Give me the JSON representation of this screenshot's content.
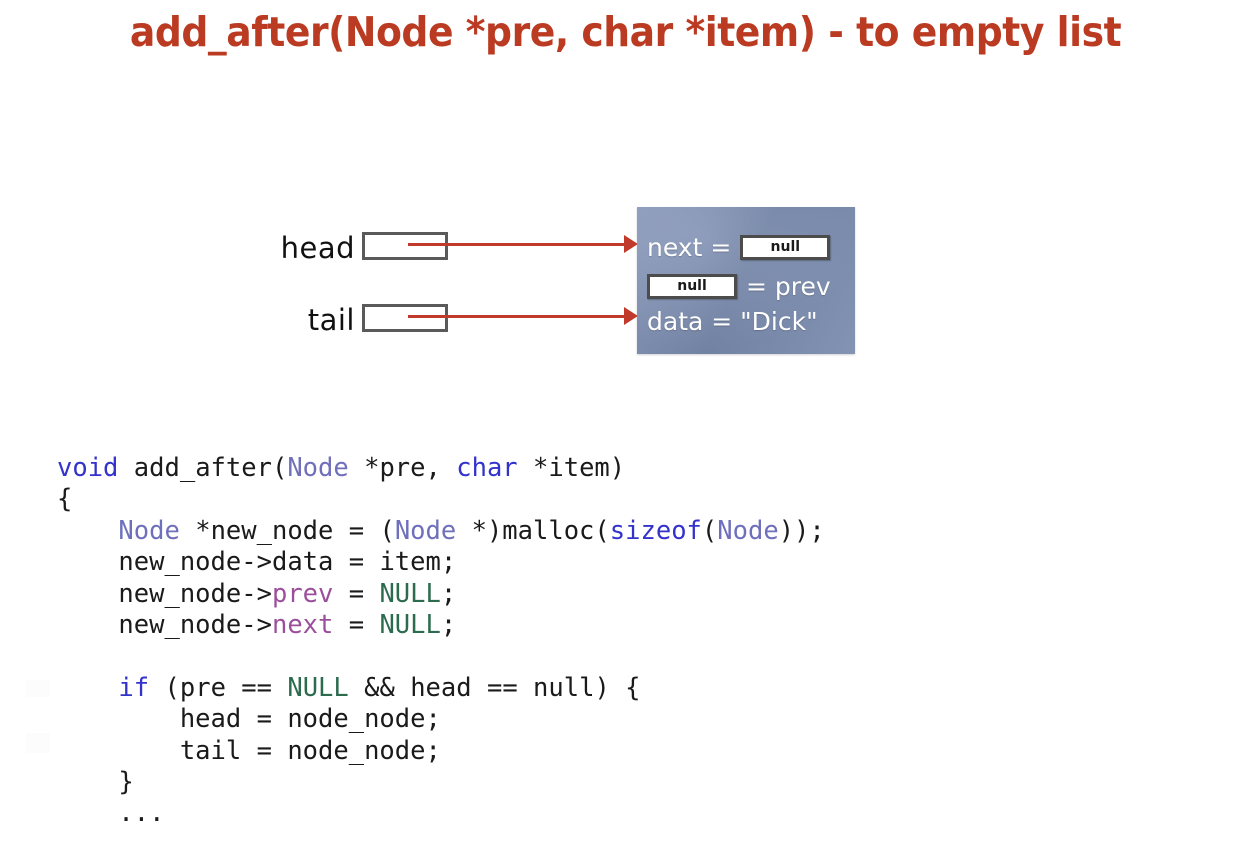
{
  "slide": {
    "title": "add_after(Node *pre, char *item) - to empty list",
    "title_color": "#bb3a22",
    "background": "#ffffff"
  },
  "diagram": {
    "pointers": [
      {
        "label": "head",
        "box_value": ""
      },
      {
        "label": "tail",
        "box_value": ""
      }
    ],
    "arrow_color": "#c0392b",
    "node": {
      "fill_color": "#7f91b6",
      "text_color": "#ffffff",
      "rows": [
        {
          "id": "next",
          "prefix": "next =",
          "chip": "null",
          "suffix": ""
        },
        {
          "id": "prev",
          "prefix": "",
          "chip": "null",
          "suffix": "= prev"
        },
        {
          "id": "data",
          "text": "data = \"Dick\""
        }
      ]
    }
  },
  "code": {
    "language": "c",
    "colors": {
      "keyword": "#3333cc",
      "type": "#6f6fbb",
      "field": "#9b4f9b",
      "null": "#2c6b4d",
      "plain": "#1a1a1a"
    },
    "lines": [
      {
        "id": "l1",
        "text": "void add_after(Node *pre, char *item)"
      },
      {
        "id": "l2",
        "text": "{"
      },
      {
        "id": "l3",
        "text": "    Node *new_node = (Node *)malloc(sizeof(Node));"
      },
      {
        "id": "l4",
        "text": "    new_node->data = item;"
      },
      {
        "id": "l5",
        "text": "    new_node->prev = NULL;"
      },
      {
        "id": "l6",
        "text": "    new_node->next = NULL;"
      },
      {
        "id": "l7",
        "text": ""
      },
      {
        "id": "l8",
        "text": "    if (pre == NULL && head == null) {"
      },
      {
        "id": "l9",
        "text": "        head = node_node;"
      },
      {
        "id": "l10",
        "text": "        tail = node_node;"
      },
      {
        "id": "l11",
        "text": "    }"
      },
      {
        "id": "l12",
        "text": "    ..."
      }
    ],
    "tokens": {
      "void": "void",
      "Node": "Node",
      "char": "char",
      "sizeof": "sizeof",
      "if": "if",
      "prev": "prev",
      "next": "next",
      "NULL": "NULL",
      "null": "null",
      "add_after": "add_after",
      "new_node": "new_node",
      "malloc": "malloc",
      "data": "data",
      "item": "item",
      "pre": "pre",
      "head": "head",
      "tail": "tail",
      "node_node": "node_node",
      "ellipsis": "..."
    }
  }
}
